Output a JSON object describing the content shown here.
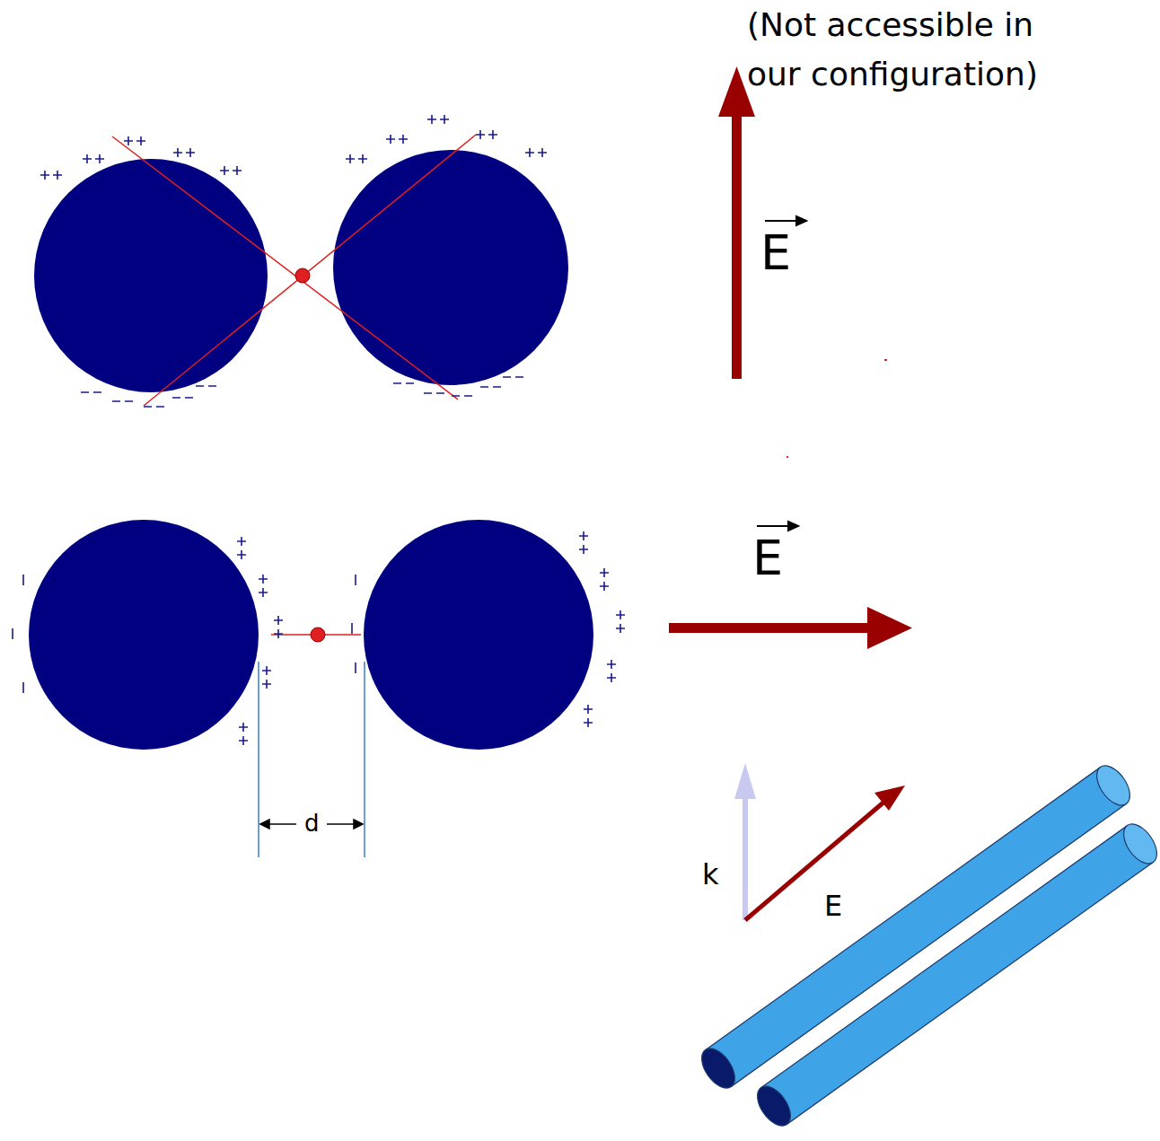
{
  "diagram": {
    "labels": [
      "(Not accessible in our configuration)",
      "E",
      "E",
      "d",
      "k",
      "E"
    ]
  }
}
